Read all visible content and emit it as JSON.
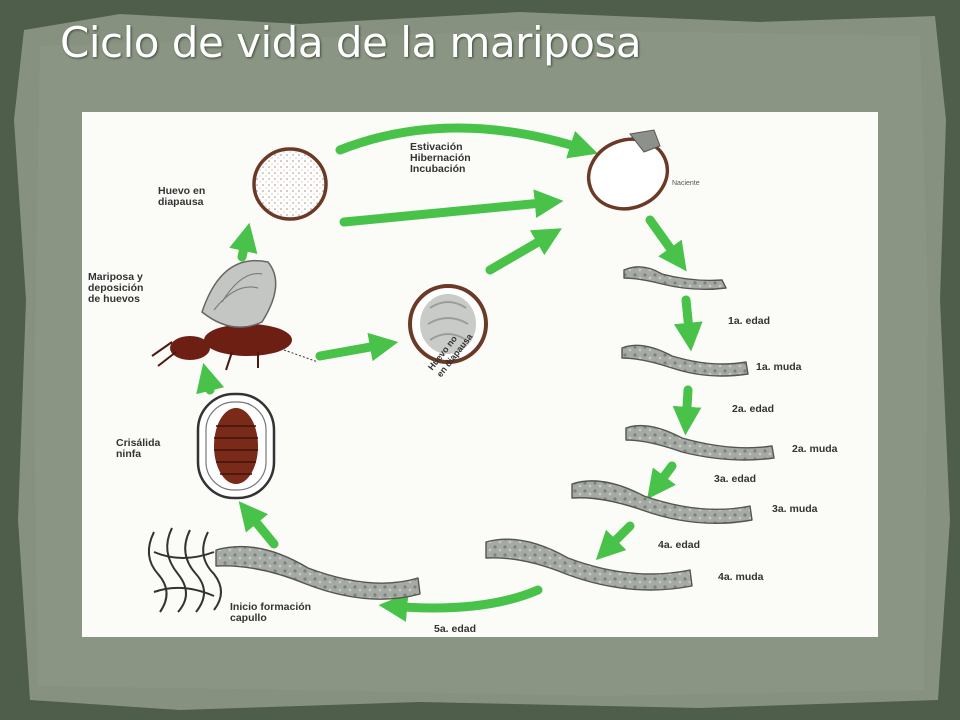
{
  "slide": {
    "title": "Ciclo de vida de la mariposa"
  },
  "diagram": {
    "labels": {
      "huevo_diapausa": "Huevo en\ndiapausa",
      "estivacion": "Estivación\nHibernación\nIncubación",
      "naciente": "Naciente",
      "mariposa": "Mariposa y\ndeposición\nde huevos",
      "huevo_no_diapausa": "Huevo no\nen diapausa",
      "edad_1": "1a. edad",
      "muda_1": "1a. muda",
      "edad_2": "2a. edad",
      "muda_2": "2a. muda",
      "edad_3": "3a. edad",
      "muda_3": "3a. muda",
      "edad_4": "4a. edad",
      "muda_4": "4a. muda",
      "edad_5": "5a. edad",
      "crisalida": "Crisálida\nninfa",
      "capullo": "Inicio formación\ncapullo"
    },
    "colors": {
      "arrow": "#49c24a",
      "larva": "#9fa39f",
      "pupa": "#7a2a18",
      "egg_outline": "#6b3a26",
      "background_frame": "#5d6b58"
    }
  }
}
